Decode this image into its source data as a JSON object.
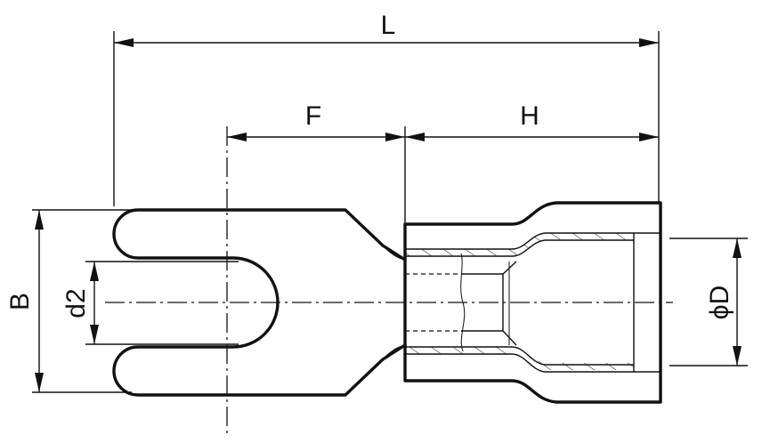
{
  "diagram": {
    "labels": {
      "overall_length": "L",
      "fork_length": "F",
      "sleeve_length": "H",
      "width": "B",
      "slot_diameter": "d2",
      "insulation_diameter": "ϕD"
    }
  }
}
